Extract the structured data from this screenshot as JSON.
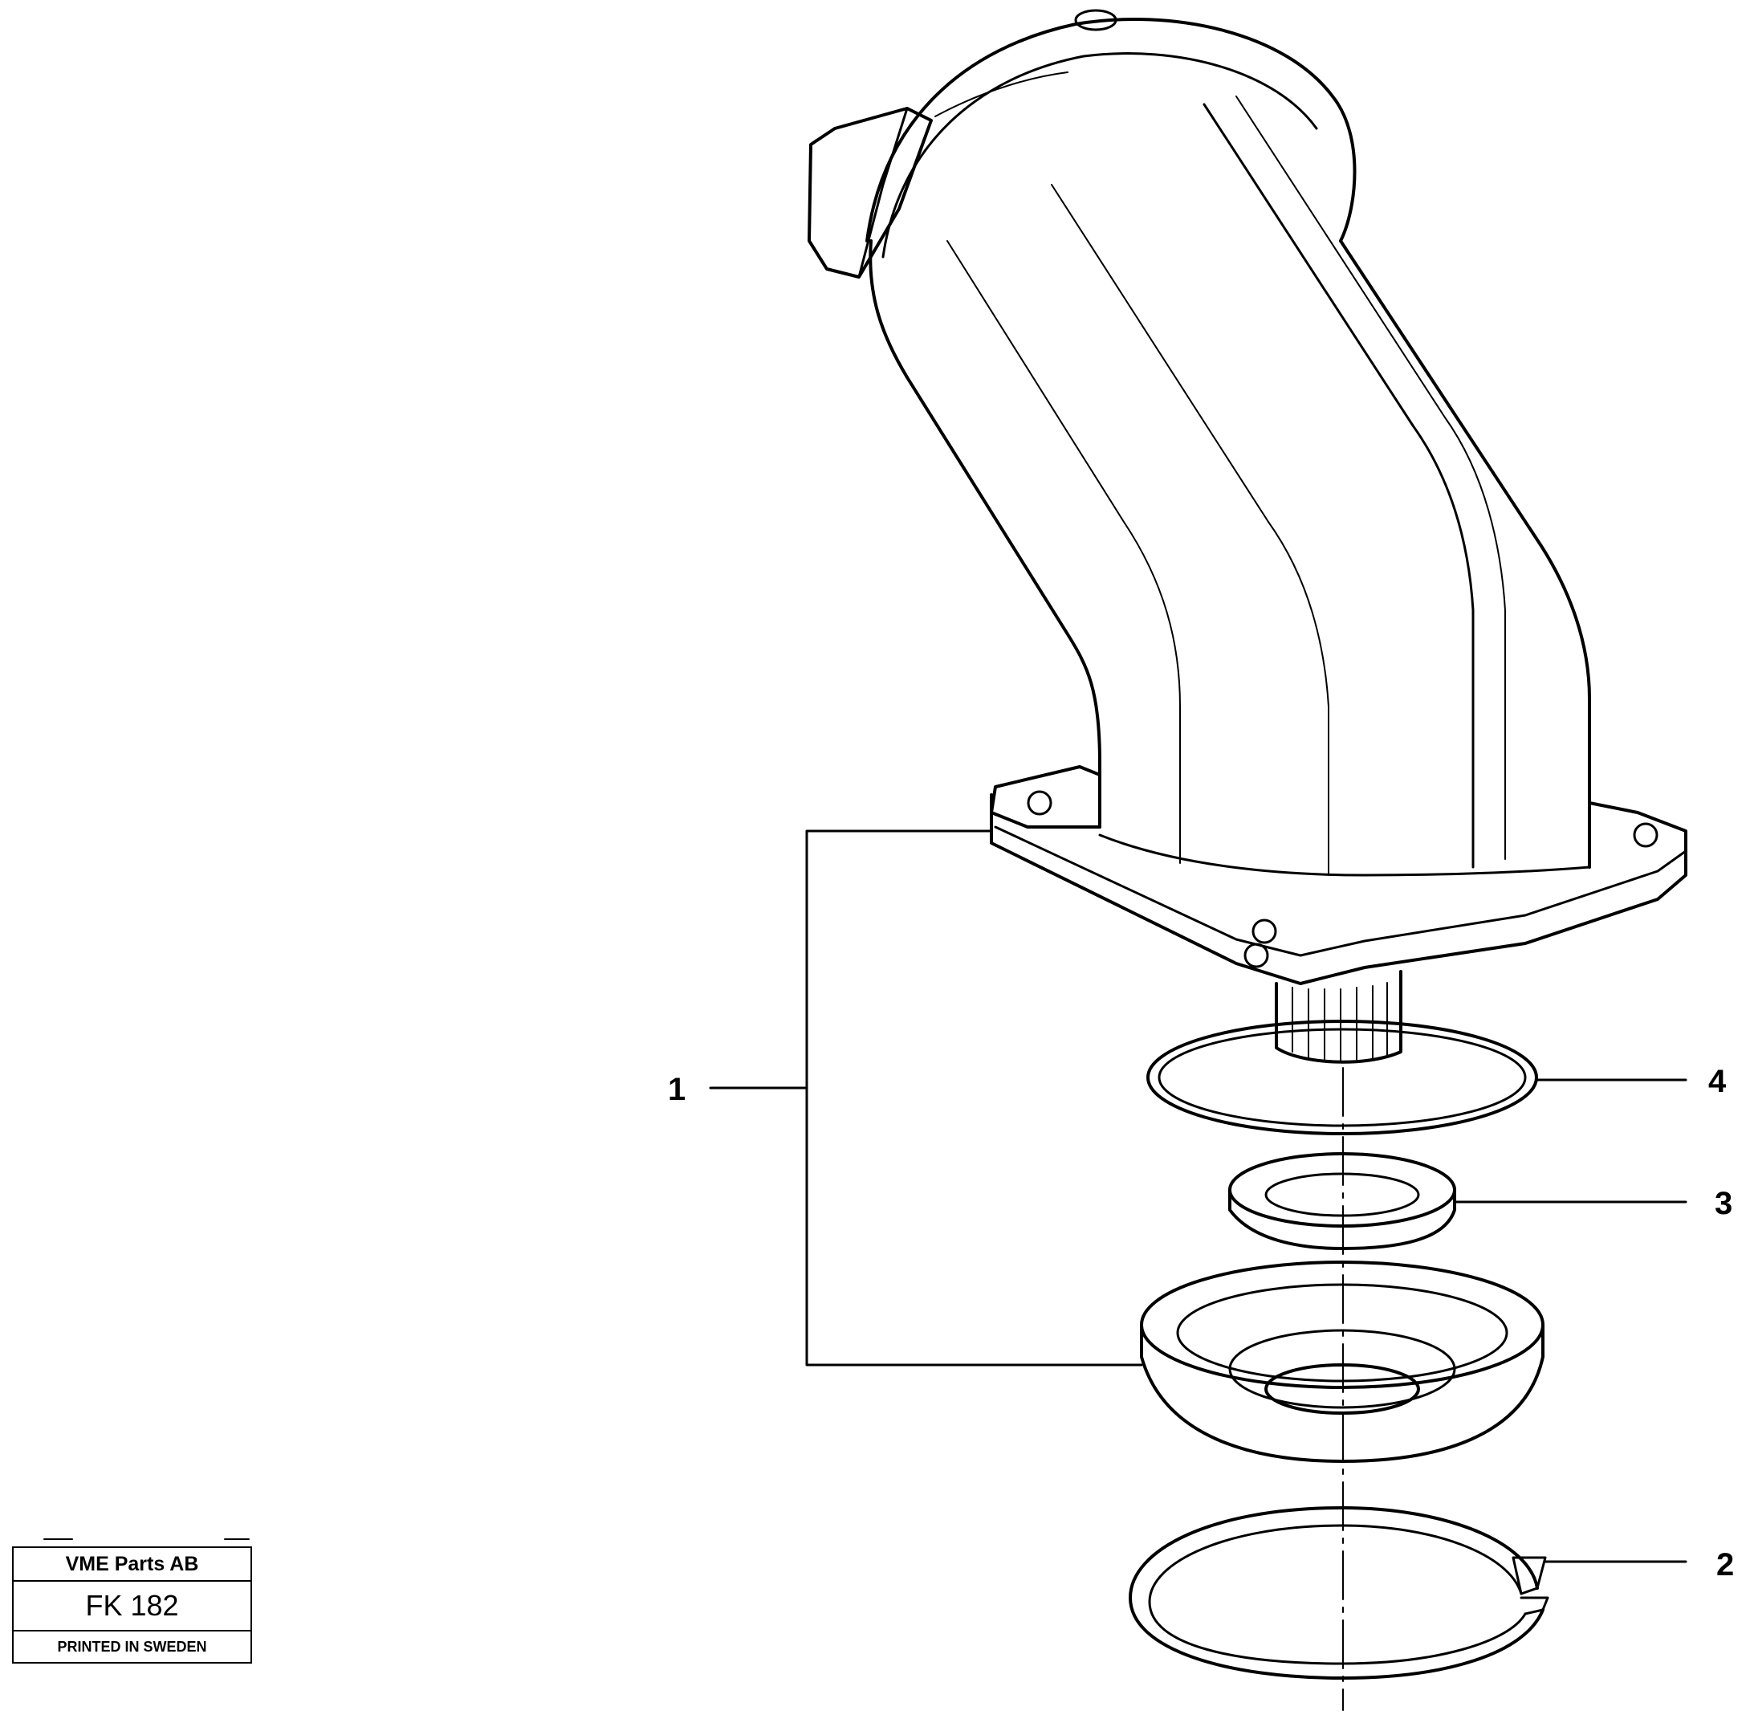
{
  "callouts": {
    "item_1": "1",
    "item_2": "2",
    "item_3": "3",
    "item_4": "4"
  },
  "stamp": {
    "company": "VME Parts AB",
    "code": "FK 182",
    "printed": "PRINTED IN SWEDEN"
  }
}
